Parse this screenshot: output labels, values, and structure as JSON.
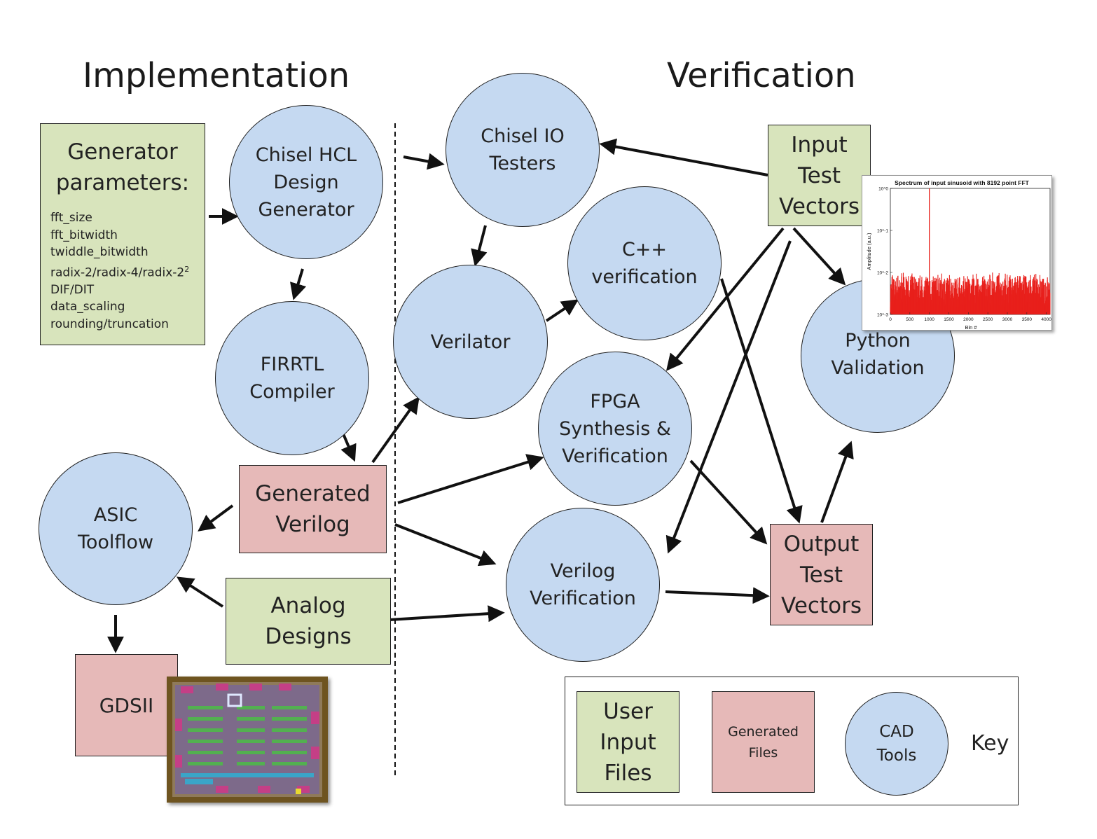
{
  "headings": {
    "implementation": "Implementation",
    "verification": "Verification"
  },
  "generator_params": {
    "title_lines": [
      "Generator",
      "parameters:"
    ],
    "items": [
      "fft_size",
      "fft_bitwidth",
      "twiddle_bitwidth",
      "radix-2/radix-4/radix-2",
      "DIF/DIT",
      "data_scaling",
      "rounding/truncation"
    ],
    "radix_superscript": "2"
  },
  "nodes": {
    "chisel_hcl": [
      "Chisel HCL",
      "Design",
      "Generator"
    ],
    "firrtl": [
      "FIRRTL",
      "Compiler"
    ],
    "generated_verilog": [
      "Generated",
      "Verilog"
    ],
    "asic_toolflow": [
      "ASIC",
      "Toolflow"
    ],
    "gdsii": [
      "GDSII"
    ],
    "analog_designs": [
      "Analog",
      "Designs"
    ],
    "chisel_io_testers": [
      "Chisel IO",
      "Testers"
    ],
    "verilator": [
      "Verilator"
    ],
    "cpp_verification": [
      "C++",
      "verification"
    ],
    "fpga": [
      "FPGA",
      "Synthesis &",
      "Verification"
    ],
    "verilog_verification": [
      "Verilog",
      "Verification"
    ],
    "input_test_vectors": [
      "Input",
      "Test",
      "Vectors"
    ],
    "output_test_vectors": [
      "Output",
      "Test",
      "Vectors"
    ],
    "python_validation": [
      "Python",
      "Validation"
    ]
  },
  "key": {
    "label": "Key",
    "user_input": [
      "User",
      "Input",
      "Files"
    ],
    "generated": [
      "Generated",
      "Files"
    ],
    "cad": [
      "CAD",
      "Tools"
    ]
  },
  "colors": {
    "user_input": "#d8e4bc",
    "generated": "#e6b9b8",
    "cad": "#c5d9f1",
    "signal_red": "#e8201c"
  },
  "chart_data": {
    "type": "line",
    "title": "Spectrum of input sinusoid with 8192 point FFT",
    "xlabel": "Bin #",
    "ylabel": "Amplitude (a.u.)",
    "xlim": [
      0,
      4096
    ],
    "ylim": [
      0.001,
      1
    ],
    "yscale": "log",
    "x_ticks": [
      "0",
      "500",
      "1000",
      "1500",
      "2000",
      "2500",
      "3000",
      "3500",
      "4000"
    ],
    "y_ticks": [
      "10^0",
      "10^-1",
      "10^-2",
      "10^-3"
    ],
    "series": [
      {
        "peak_bin": 1000,
        "peak_amplitude": 1,
        "noise_floor_range": [
          0.0015,
          0.01
        ]
      }
    ]
  }
}
